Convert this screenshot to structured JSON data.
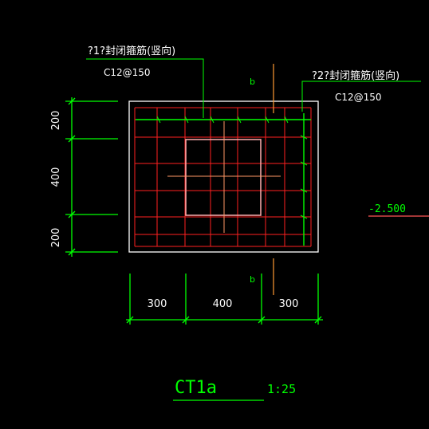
{
  "labels": {
    "rebar1_callout": "?1?封闭箍筋(竖向)",
    "rebar1_spec": "C12@150",
    "rebar2_callout": "?2?封闭箍筋(竖向)",
    "rebar2_spec": "C12@150",
    "section_mark_top": "b",
    "section_mark_bottom": "b",
    "elevation": "-2.500",
    "drawing_title": "CT1a",
    "scale": "1:25"
  },
  "dimensions": {
    "vertical": [
      "200",
      "400",
      "200"
    ],
    "horizontal": [
      "300",
      "400",
      "300"
    ]
  },
  "colors": {
    "background": "#000000",
    "dimension_green": "#00ff00",
    "rebar_red": "#ff2020",
    "outline_white": "#ffffff",
    "axis_orange": "#ff9933",
    "column_pink": "#ffb0b0",
    "text_white": "#ffffff",
    "elevation_red": "#ff5555"
  }
}
